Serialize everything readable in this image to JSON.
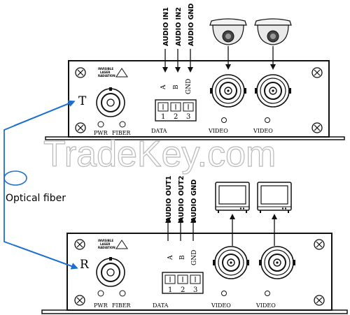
{
  "watermark": "TradeKey.com",
  "fiber_label": "Optical fiber",
  "colors": {
    "fiber": "#1c6fd1",
    "line": "#111111",
    "watermark": "#b8b8b8"
  },
  "transmitter": {
    "tag": "T",
    "laser_warning": [
      "INVISIBLE",
      "LASER",
      "RADIATION"
    ],
    "pwr_label": "PWR",
    "fiber_label": "FIBER",
    "data_label": "DATA",
    "terminal_labels": [
      "A",
      "B",
      "GND"
    ],
    "terminal_numbers": [
      "1",
      "2",
      "3"
    ],
    "signals": [
      "AUDIO IN1",
      "AUDIO IN2",
      "AUDIO GND"
    ],
    "video_labels": [
      "VIDEO",
      "VIDEO"
    ],
    "sources": [
      "camera-icon",
      "camera-icon"
    ]
  },
  "receiver": {
    "tag": "R",
    "laser_warning": [
      "INVISIBLE",
      "LASER",
      "RADIATION"
    ],
    "pwr_label": "PWR",
    "fiber_label": "FIBER",
    "data_label": "DATA",
    "terminal_labels": [
      "A",
      "B",
      "GND"
    ],
    "terminal_numbers": [
      "1",
      "2",
      "3"
    ],
    "signals": [
      "AUDIO OUT1",
      "AUDIO OUT2",
      "AUDIO GND"
    ],
    "video_labels": [
      "VIDEO",
      "VIDEO"
    ],
    "sources": [
      "monitor-icon",
      "monitor-icon"
    ]
  }
}
